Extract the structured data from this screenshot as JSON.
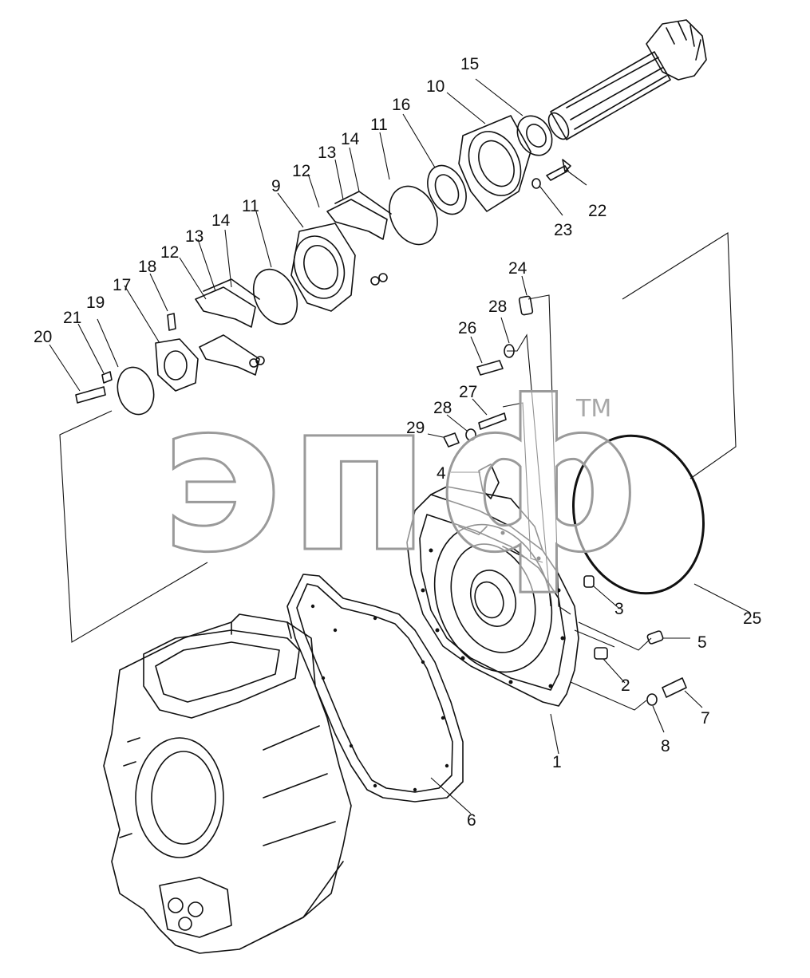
{
  "watermark": {
    "text": "эпф",
    "trademark": "TM"
  },
  "labels": {
    "l1": "1",
    "l2": "2",
    "l3": "3",
    "l4": "4",
    "l5": "5",
    "l6": "6",
    "l7": "7",
    "l8": "8",
    "l9": "9",
    "l10a": "10",
    "l11a": "11",
    "l11b": "11",
    "l12a": "12",
    "l12b": "12",
    "l13a": "13",
    "l13b": "13",
    "l14a": "14",
    "l14b": "14",
    "l15": "15",
    "l16": "16",
    "l17": "17",
    "l18": "18",
    "l19": "19",
    "l20": "20",
    "l21": "21",
    "l22": "22",
    "l23": "23",
    "l24": "24",
    "l25": "25",
    "l26": "26",
    "l27": "27",
    "l28a": "28",
    "l28b": "28",
    "l29": "29"
  }
}
